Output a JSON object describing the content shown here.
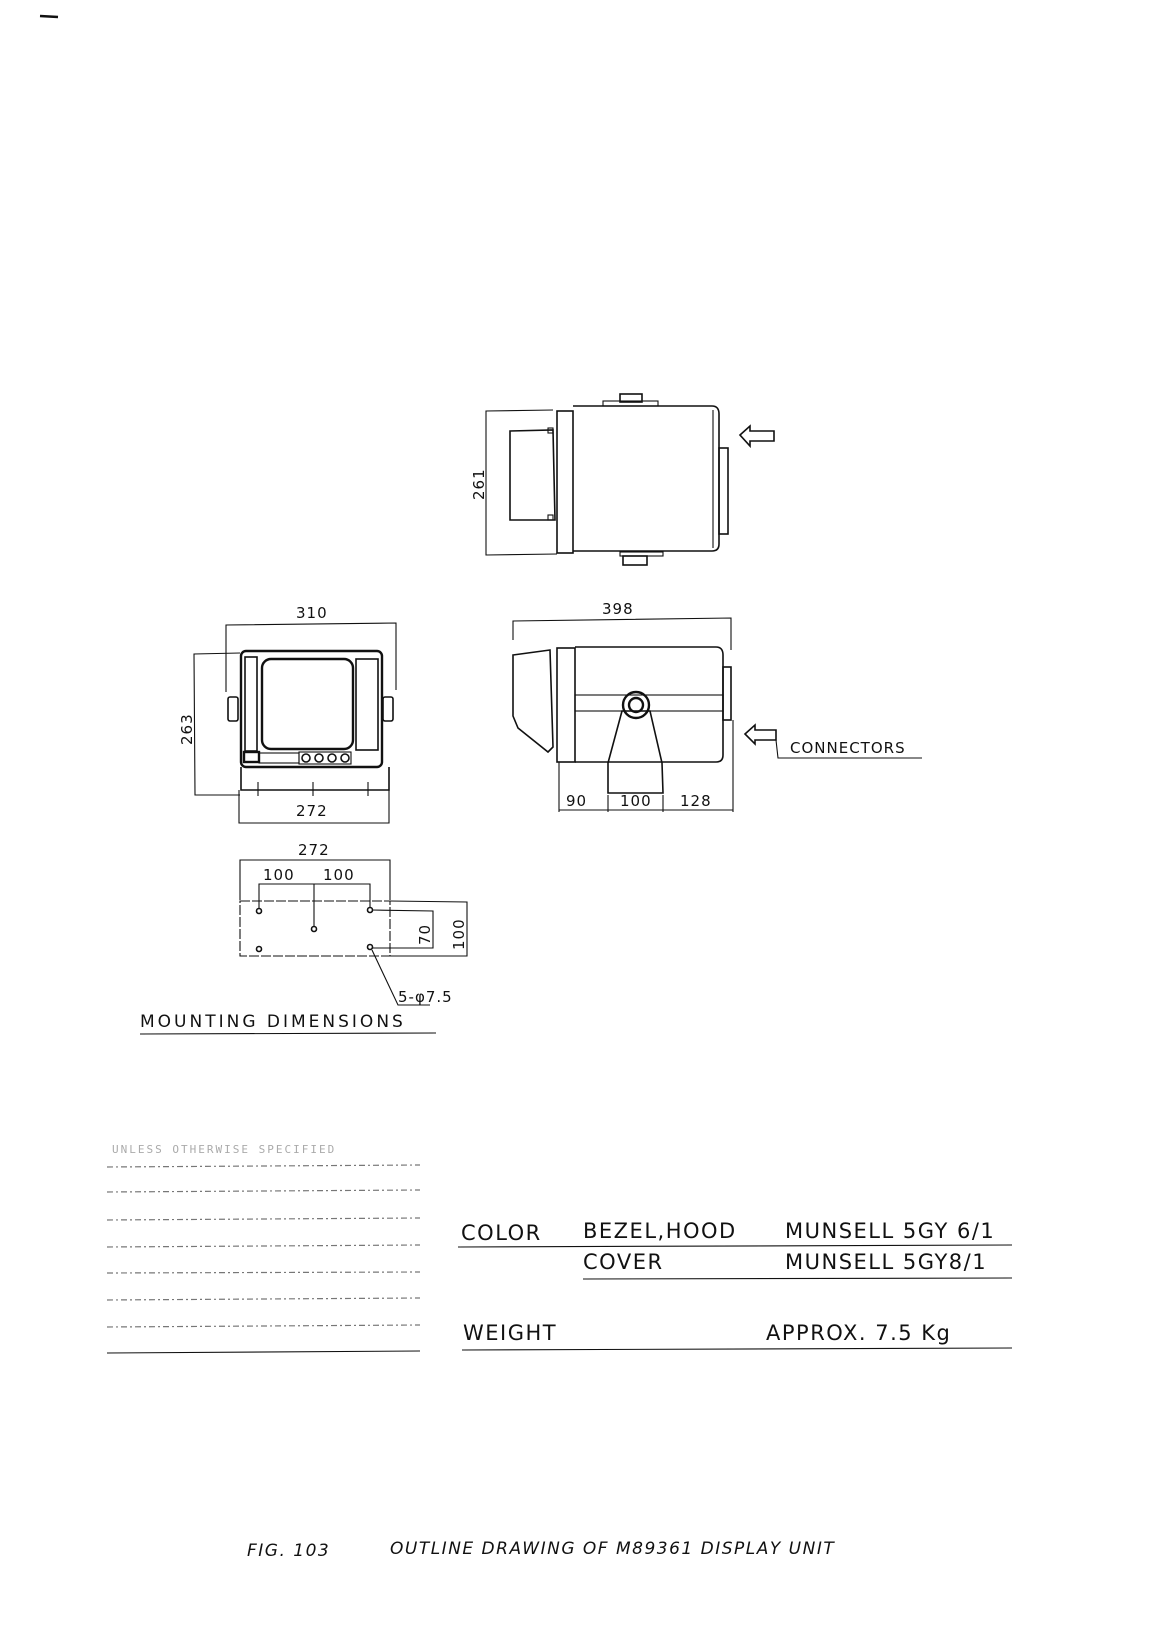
{
  "top_view": {
    "height_dim": "261"
  },
  "side_view": {
    "depth_dim": "398",
    "seg_dims": [
      "90",
      "100",
      "128"
    ],
    "connectors_label": "CONNECTORS"
  },
  "front_view": {
    "width_dim": "310",
    "height_dim": "263",
    "base_dim": "272"
  },
  "mounting": {
    "width_dim": "272",
    "spacing_dims": [
      "100",
      "100"
    ],
    "vertical_dims": [
      "70",
      "100"
    ],
    "hole_spec": "5-φ7.5",
    "title": "MOUNTING DIMENSIONS"
  },
  "tolerance_table": {
    "heading": "UNLESS OTHERWISE SPECIFIED"
  },
  "specs": {
    "color_label": "COLOR",
    "rows": [
      {
        "part": "BEZEL,HOOD",
        "value": "MUNSELL 5GY 6/1"
      },
      {
        "part": "COVER",
        "value": "MUNSELL 5GY8/1"
      }
    ],
    "weight_label": "WEIGHT",
    "weight_value": "APPROX. 7.5 Kg"
  },
  "caption": {
    "fig": "FIG. 103",
    "title": "OUTLINE DRAWING OF M89361 DISPLAY UNIT"
  }
}
